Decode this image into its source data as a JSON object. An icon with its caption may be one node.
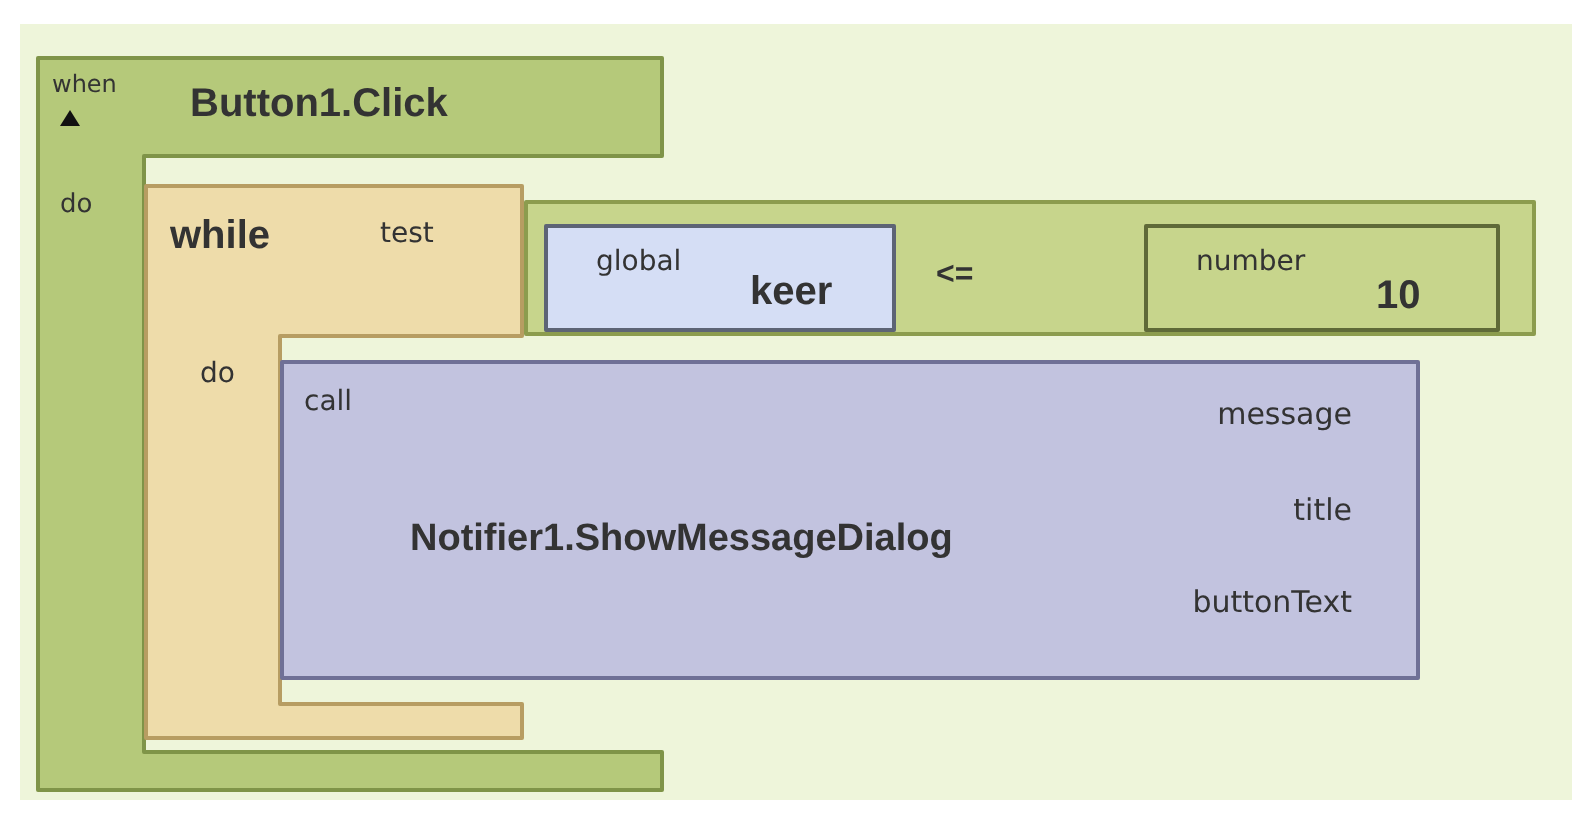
{
  "diagram": {
    "nodes": [
      {
        "text": [
          "when",
          "Button1.Click",
          "do"
        ]
      },
      {
        "text": [
          "while",
          "test",
          "do"
        ],
        "in": 0
      },
      {
        "text": [
          "<="
        ]
      },
      {
        "text": [
          "global",
          "keer"
        ],
        "in": 2
      },
      {
        "text": [
          "number",
          "10"
        ],
        "in": 2
      },
      {
        "text": [
          "call",
          "Notifier1.ShowMessageDialog",
          "message",
          "title",
          "buttonText"
        ]
      }
    ]
  }
}
